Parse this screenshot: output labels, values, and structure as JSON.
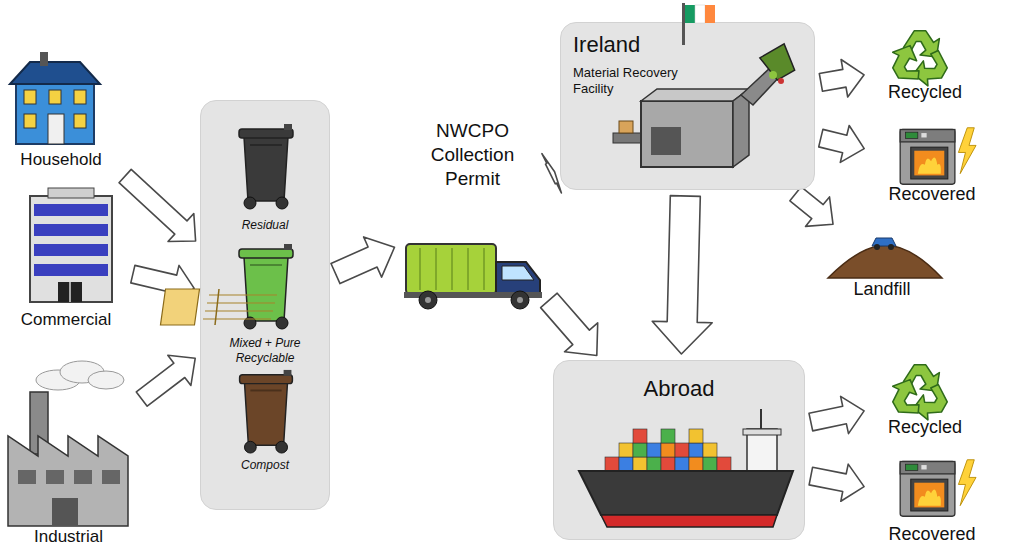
{
  "diagram": {
    "nodes": [
      {
        "text": [
          "Household"
        ]
      },
      {
        "text": [
          "Commercial"
        ]
      },
      {
        "text": [
          "Industrial"
        ]
      },
      {
        "text": [
          "Residual",
          "Mixed + Pure Recyclable",
          "Compost"
        ]
      },
      {
        "text": [
          "NWCPO Collection Permit"
        ]
      },
      {
        "text": [
          "Ireland",
          "Material Recovery Facility"
        ]
      },
      {
        "text": [
          "Abroad"
        ]
      },
      {
        "text": [
          "Recycled"
        ]
      },
      {
        "text": [
          "Recovered"
        ]
      },
      {
        "text": [
          "Landfill"
        ]
      },
      {
        "text": [
          "Recycled"
        ]
      },
      {
        "text": [
          "Recovered"
        ]
      }
    ],
    "edges": [
      {
        "from": 0,
        "to": 3,
        "arrow": "to"
      },
      {
        "from": 1,
        "to": 3,
        "arrow": "to"
      },
      {
        "from": 2,
        "to": 3,
        "arrow": "to"
      },
      {
        "from": 3,
        "to": 4,
        "arrow": "to"
      },
      {
        "from": 4,
        "to": 5,
        "arrow": "to"
      },
      {
        "from": 4,
        "to": 6,
        "arrow": "to"
      },
      {
        "from": 5,
        "to": 6,
        "arrow": "to"
      },
      {
        "from": 5,
        "to": 7,
        "arrow": "to"
      },
      {
        "from": 5,
        "to": 8,
        "arrow": "to"
      },
      {
        "from": 5,
        "to": 9,
        "arrow": "to"
      },
      {
        "from": 6,
        "to": 10,
        "arrow": "to"
      },
      {
        "from": 6,
        "to": 11,
        "arrow": "to"
      }
    ]
  }
}
